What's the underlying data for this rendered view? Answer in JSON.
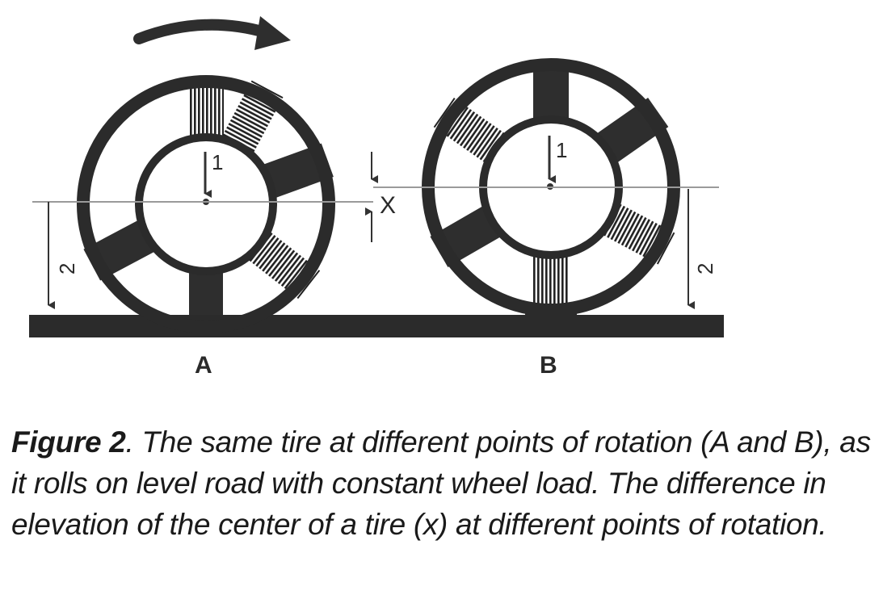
{
  "diagram": {
    "wheel_a_label": "A",
    "wheel_b_label": "B",
    "marker_1": "1",
    "marker_2": "2",
    "marker_x": "X"
  },
  "caption": {
    "bold": "Figure 2",
    "text": ". The same tire at different points of rotation (A and B), as it rolls on level road with constant wheel load. The difference in elevation of the center of a tire (x) at different points of rotation."
  }
}
